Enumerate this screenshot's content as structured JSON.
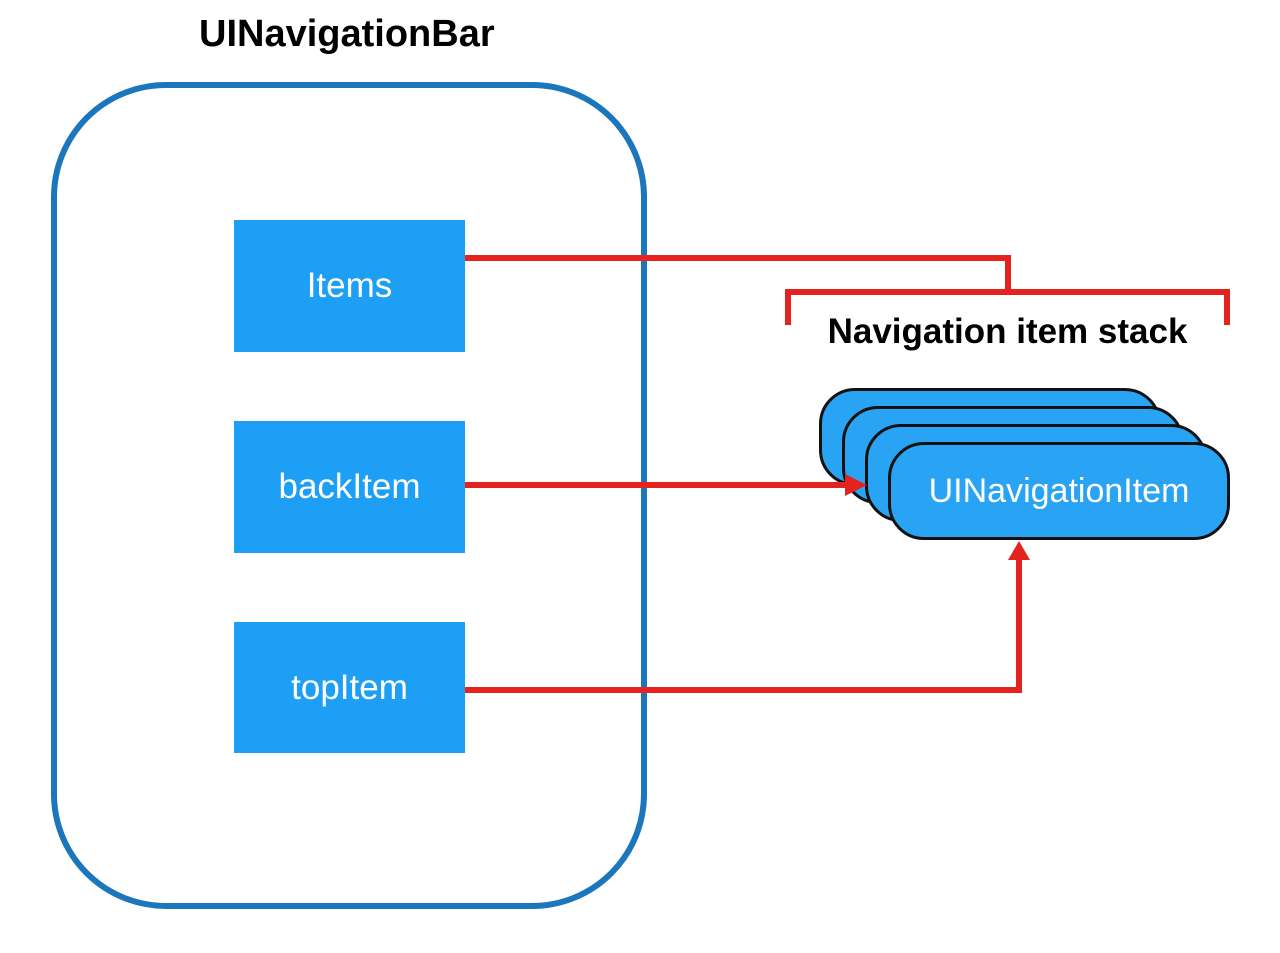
{
  "diagram": {
    "title": "UINavigationBar",
    "boxes": [
      {
        "id": "items",
        "label": "Items"
      },
      {
        "id": "backItem",
        "label": "backItem"
      },
      {
        "id": "topItem",
        "label": "topItem"
      }
    ],
    "stack": {
      "label": "Navigation item stack",
      "card_label": "UINavigationItem",
      "card_count": 4
    },
    "connections": [
      {
        "from": "items",
        "to": "navigation-item-stack",
        "shape": "elbow-to-bracket"
      },
      {
        "from": "backItem",
        "to": "UINavigationItem",
        "shape": "horizontal-arrow-right"
      },
      {
        "from": "topItem",
        "to": "UINavigationItem",
        "shape": "elbow-arrow-up"
      }
    ],
    "colors": {
      "box_fill": "#1E9FF6",
      "card_fill": "#29A3F3",
      "card_border": "#111111",
      "container_border": "#1B76BC",
      "connector_red": "#E5231E",
      "label_light": "#FFFFFF",
      "label_dark": "#000000",
      "background": "#FFFFFF"
    }
  }
}
